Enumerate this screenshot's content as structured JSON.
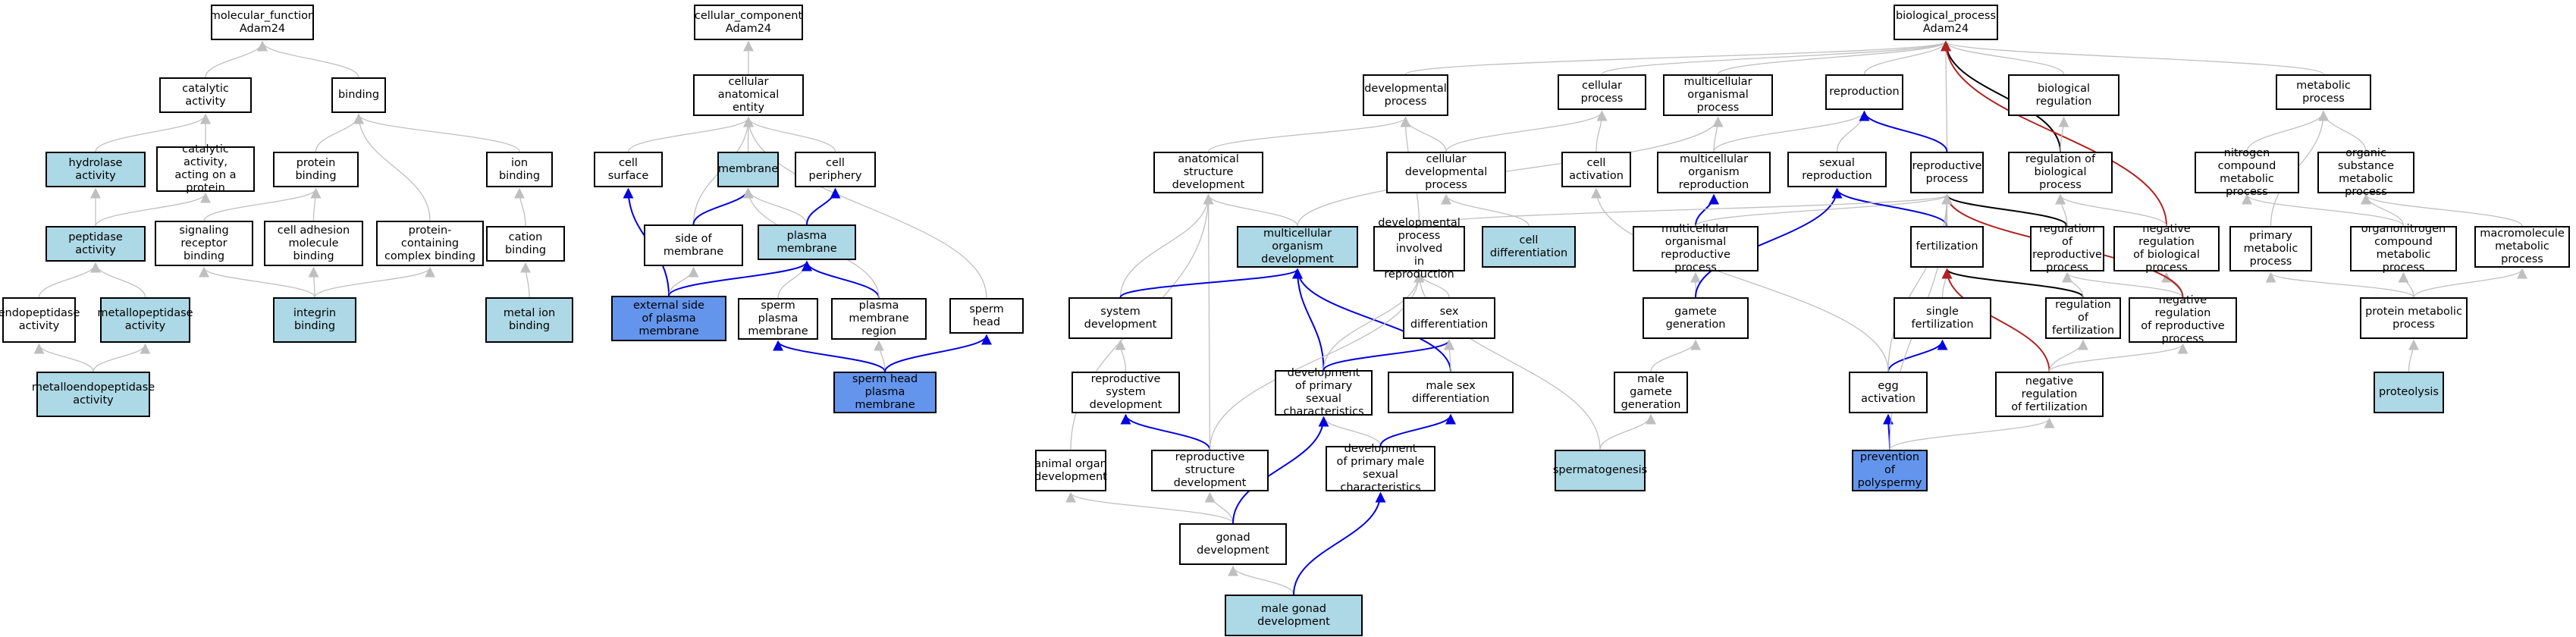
{
  "colors": {
    "edge_gray": "#bfbfbf",
    "edge_blue": "#0000e0",
    "edge_black": "#000000",
    "edge_red": "#b22222",
    "fill_light": "#add8e6",
    "fill_blue": "#6495ed",
    "fill_white": "#ffffff",
    "border": "#000000"
  },
  "nodes": [
    {
      "id": "mf",
      "label": "molecular_function\nAdam24",
      "style": "white"
    },
    {
      "id": "cat",
      "label": "catalytic activity",
      "style": "white"
    },
    {
      "id": "bind",
      "label": "binding",
      "style": "white"
    },
    {
      "id": "hyd",
      "label": "hydrolase activity",
      "style": "light"
    },
    {
      "id": "catprot",
      "label": "catalytic activity,\nacting on a\nprotein",
      "style": "white"
    },
    {
      "id": "protbind",
      "label": "protein binding",
      "style": "white"
    },
    {
      "id": "ionbind",
      "label": "ion binding",
      "style": "white"
    },
    {
      "id": "pept",
      "label": "peptidase activity",
      "style": "light"
    },
    {
      "id": "sigrec",
      "label": "signaling receptor\nbinding",
      "style": "white"
    },
    {
      "id": "celladh",
      "label": "cell adhesion\nmolecule binding",
      "style": "white"
    },
    {
      "id": "protcomp",
      "label": "protein-containing\ncomplex binding",
      "style": "white"
    },
    {
      "id": "cation",
      "label": "cation binding",
      "style": "white"
    },
    {
      "id": "endo",
      "label": "endopeptidase\nactivity",
      "style": "white"
    },
    {
      "id": "metpep",
      "label": "metallopeptidase\nactivity",
      "style": "light"
    },
    {
      "id": "integ",
      "label": "integrin binding",
      "style": "light"
    },
    {
      "id": "metion",
      "label": "metal ion binding",
      "style": "light"
    },
    {
      "id": "metendo",
      "label": "metalloendopeptidase\nactivity",
      "style": "light"
    },
    {
      "id": "cc",
      "label": "cellular_component\nAdam24",
      "style": "white"
    },
    {
      "id": "cae",
      "label": "cellular anatomical\nentity",
      "style": "white"
    },
    {
      "id": "cellsurf",
      "label": "cell surface",
      "style": "white"
    },
    {
      "id": "memb",
      "label": "membrane",
      "style": "light"
    },
    {
      "id": "cellper",
      "label": "cell periphery",
      "style": "white"
    },
    {
      "id": "sidemem",
      "label": "side of membrane",
      "style": "white"
    },
    {
      "id": "plasmem",
      "label": "plasma membrane",
      "style": "light"
    },
    {
      "id": "extside",
      "label": "external side\nof plasma membrane",
      "style": "blue"
    },
    {
      "id": "spermpm",
      "label": "sperm plasma\nmembrane",
      "style": "white"
    },
    {
      "id": "pmregion",
      "label": "plasma membrane\nregion",
      "style": "white"
    },
    {
      "id": "spermhead",
      "label": "sperm head",
      "style": "white"
    },
    {
      "id": "shpm",
      "label": "sperm head plasma\nmembrane",
      "style": "blue"
    },
    {
      "id": "bp",
      "label": "biological_process\nAdam24",
      "style": "white"
    },
    {
      "id": "devproc",
      "label": "developmental\nprocess",
      "style": "white"
    },
    {
      "id": "cellproc",
      "label": "cellular process",
      "style": "white"
    },
    {
      "id": "multiorg",
      "label": "multicellular\norganismal process",
      "style": "white"
    },
    {
      "id": "repro",
      "label": "reproduction",
      "style": "white"
    },
    {
      "id": "bioreg",
      "label": "biological regulation",
      "style": "white"
    },
    {
      "id": "metproc",
      "label": "metabolic process",
      "style": "white"
    },
    {
      "id": "anatdev",
      "label": "anatomical structure\ndevelopment",
      "style": "white"
    },
    {
      "id": "celldevproc",
      "label": "cellular developmental\nprocess",
      "style": "white"
    },
    {
      "id": "cellact",
      "label": "cell activation",
      "style": "white"
    },
    {
      "id": "multirep",
      "label": "multicellular\norganism reproduction",
      "style": "white"
    },
    {
      "id": "sexrep",
      "label": "sexual reproduction",
      "style": "white"
    },
    {
      "id": "repproc",
      "label": "reproductive\nprocess",
      "style": "white"
    },
    {
      "id": "regbio",
      "label": "regulation of\nbiological process",
      "style": "white"
    },
    {
      "id": "nitro",
      "label": "nitrogen compound\nmetabolic process",
      "style": "white"
    },
    {
      "id": "orgsub",
      "label": "organic substance\nmetabolic process",
      "style": "white"
    },
    {
      "id": "multidev",
      "label": "multicellular\norganism development",
      "style": "light"
    },
    {
      "id": "devrepro",
      "label": "developmental\nprocess involved\nin reproduction",
      "style": "white"
    },
    {
      "id": "celldiff",
      "label": "cell differentiation",
      "style": "light"
    },
    {
      "id": "morgrep",
      "label": "multicellular\norganismal reproductive\nprocess",
      "style": "white"
    },
    {
      "id": "fert",
      "label": "fertilization",
      "style": "white"
    },
    {
      "id": "regrep",
      "label": "regulation of\nreproductive\nprocess",
      "style": "white"
    },
    {
      "id": "negregbio",
      "label": "negative regulation\nof biological\nprocess",
      "style": "white"
    },
    {
      "id": "primmet",
      "label": "primary metabolic\nprocess",
      "style": "white"
    },
    {
      "id": "organo",
      "label": "organonitrogen\ncompound metabolic\nprocess",
      "style": "white"
    },
    {
      "id": "macro",
      "label": "macromolecule\nmetabolic process",
      "style": "white"
    },
    {
      "id": "sysdev",
      "label": "system development",
      "style": "white"
    },
    {
      "id": "sexdiff",
      "label": "sex differentiation",
      "style": "white"
    },
    {
      "id": "gamgen",
      "label": "gamete generation",
      "style": "white"
    },
    {
      "id": "singfert",
      "label": "single fertilization",
      "style": "white"
    },
    {
      "id": "regfert",
      "label": "regulation of\nfertilization",
      "style": "white"
    },
    {
      "id": "negregrep",
      "label": "negative regulation\nof reproductive\nprocess",
      "style": "white"
    },
    {
      "id": "protmet",
      "label": "protein metabolic\nprocess",
      "style": "white"
    },
    {
      "id": "repsys",
      "label": "reproductive\nsystem development",
      "style": "white"
    },
    {
      "id": "devprim",
      "label": "development\nof primary sexual\ncharacteristics",
      "style": "white"
    },
    {
      "id": "malesex",
      "label": "male sex differentiation",
      "style": "white"
    },
    {
      "id": "malegam",
      "label": "male gamete\ngeneration",
      "style": "white"
    },
    {
      "id": "eggact",
      "label": "egg activation",
      "style": "white"
    },
    {
      "id": "negregfert",
      "label": "negative regulation\nof fertilization",
      "style": "white"
    },
    {
      "id": "proteo",
      "label": "proteolysis",
      "style": "light"
    },
    {
      "id": "animorg",
      "label": "animal organ\ndevelopment",
      "style": "white"
    },
    {
      "id": "repstruct",
      "label": "reproductive\nstructure development",
      "style": "white"
    },
    {
      "id": "devmale",
      "label": "development\nof primary male\nsexual characteristics",
      "style": "white"
    },
    {
      "id": "spermato",
      "label": "spermatogenesis",
      "style": "light"
    },
    {
      "id": "prevpoly",
      "label": "prevention of\npolyspermy",
      "style": "blue"
    },
    {
      "id": "gonad",
      "label": "gonad development",
      "style": "white"
    },
    {
      "id": "malegonad",
      "label": "male gonad development",
      "style": "light"
    }
  ],
  "edges": [
    {
      "from": "cat",
      "to": "mf",
      "kind": "gray"
    },
    {
      "from": "bind",
      "to": "mf",
      "kind": "gray"
    },
    {
      "from": "hyd",
      "to": "cat",
      "kind": "gray"
    },
    {
      "from": "catprot",
      "to": "cat",
      "kind": "gray"
    },
    {
      "from": "protbind",
      "to": "bind",
      "kind": "gray"
    },
    {
      "from": "ionbind",
      "to": "bind",
      "kind": "gray"
    },
    {
      "from": "protcomp",
      "to": "bind",
      "kind": "gray"
    },
    {
      "from": "pept",
      "to": "hyd",
      "kind": "gray"
    },
    {
      "from": "pept",
      "to": "catprot",
      "kind": "gray"
    },
    {
      "from": "sigrec",
      "to": "protbind",
      "kind": "gray"
    },
    {
      "from": "celladh",
      "to": "protbind",
      "kind": "gray"
    },
    {
      "from": "cation",
      "to": "ionbind",
      "kind": "gray"
    },
    {
      "from": "endo",
      "to": "pept",
      "kind": "gray"
    },
    {
      "from": "metpep",
      "to": "pept",
      "kind": "gray"
    },
    {
      "from": "integ",
      "to": "sigrec",
      "kind": "gray"
    },
    {
      "from": "integ",
      "to": "celladh",
      "kind": "gray"
    },
    {
      "from": "integ",
      "to": "protcomp",
      "kind": "gray"
    },
    {
      "from": "metion",
      "to": "cation",
      "kind": "gray"
    },
    {
      "from": "metendo",
      "to": "endo",
      "kind": "gray"
    },
    {
      "from": "metendo",
      "to": "metpep",
      "kind": "gray"
    },
    {
      "from": "cae",
      "to": "cc",
      "kind": "gray"
    },
    {
      "from": "cellsurf",
      "to": "cae",
      "kind": "gray"
    },
    {
      "from": "memb",
      "to": "cae",
      "kind": "gray"
    },
    {
      "from": "cellper",
      "to": "cae",
      "kind": "gray"
    },
    {
      "from": "sidemem",
      "to": "cae",
      "kind": "gray"
    },
    {
      "from": "spermhead",
      "to": "cae",
      "kind": "gray"
    },
    {
      "from": "sidemem",
      "to": "memb",
      "kind": "blue"
    },
    {
      "from": "plasmem",
      "to": "memb",
      "kind": "gray"
    },
    {
      "from": "plasmem",
      "to": "cellper",
      "kind": "blue"
    },
    {
      "from": "extside",
      "to": "cellsurf",
      "kind": "blue"
    },
    {
      "from": "extside",
      "to": "sidemem",
      "kind": "gray"
    },
    {
      "from": "extside",
      "to": "plasmem",
      "kind": "blue"
    },
    {
      "from": "spermpm",
      "to": "plasmem",
      "kind": "gray"
    },
    {
      "from": "pmregion",
      "to": "plasmem",
      "kind": "blue"
    },
    {
      "from": "pmregion",
      "to": "memb",
      "kind": "gray"
    },
    {
      "from": "shpm",
      "to": "spermpm",
      "kind": "blue"
    },
    {
      "from": "shpm",
      "to": "pmregion",
      "kind": "gray"
    },
    {
      "from": "shpm",
      "to": "spermhead",
      "kind": "blue"
    },
    {
      "from": "devproc",
      "to": "bp",
      "kind": "gray"
    },
    {
      "from": "cellproc",
      "to": "bp",
      "kind": "gray"
    },
    {
      "from": "multiorg",
      "to": "bp",
      "kind": "gray"
    },
    {
      "from": "repro",
      "to": "bp",
      "kind": "gray"
    },
    {
      "from": "bioreg",
      "to": "bp",
      "kind": "gray"
    },
    {
      "from": "metproc",
      "to": "bp",
      "kind": "gray"
    },
    {
      "from": "repproc",
      "to": "bp",
      "kind": "gray"
    },
    {
      "from": "regbio",
      "to": "bp",
      "kind": "black"
    },
    {
      "from": "negregbio",
      "to": "bp",
      "kind": "red"
    },
    {
      "from": "anatdev",
      "to": "devproc",
      "kind": "gray"
    },
    {
      "from": "celldevproc",
      "to": "devproc",
      "kind": "gray"
    },
    {
      "from": "devrepro",
      "to": "devproc",
      "kind": "gray"
    },
    {
      "from": "celldevproc",
      "to": "cellproc",
      "kind": "gray"
    },
    {
      "from": "cellact",
      "to": "cellproc",
      "kind": "gray"
    },
    {
      "from": "multirep",
      "to": "multiorg",
      "kind": "gray"
    },
    {
      "from": "multidev",
      "to": "multiorg",
      "kind": "gray"
    },
    {
      "from": "multirep",
      "to": "repro",
      "kind": "gray"
    },
    {
      "from": "sexrep",
      "to": "repro",
      "kind": "gray"
    },
    {
      "from": "repproc",
      "to": "repro",
      "kind": "blue"
    },
    {
      "from": "regbio",
      "to": "bioreg",
      "kind": "gray"
    },
    {
      "from": "primmet",
      "to": "metproc",
      "kind": "gray"
    },
    {
      "from": "nitro",
      "to": "metproc",
      "kind": "gray"
    },
    {
      "from": "orgsub",
      "to": "metproc",
      "kind": "gray"
    },
    {
      "from": "multidev",
      "to": "anatdev",
      "kind": "gray"
    },
    {
      "from": "sysdev",
      "to": "anatdev",
      "kind": "gray"
    },
    {
      "from": "repstruct",
      "to": "anatdev",
      "kind": "gray"
    },
    {
      "from": "animorg",
      "to": "anatdev",
      "kind": "gray"
    },
    {
      "from": "celldiff",
      "to": "celldevproc",
      "kind": "gray"
    },
    {
      "from": "morgrep",
      "to": "multirep",
      "kind": "blue"
    },
    {
      "from": "morgrep",
      "to": "repproc",
      "kind": "gray"
    },
    {
      "from": "gamgen",
      "to": "morgrep",
      "kind": "gray"
    },
    {
      "from": "gamgen",
      "to": "sexrep",
      "kind": "blue"
    },
    {
      "from": "fert",
      "to": "sexrep",
      "kind": "blue"
    },
    {
      "from": "fert",
      "to": "repproc",
      "kind": "gray"
    },
    {
      "from": "devrepro",
      "to": "repproc",
      "kind": "gray"
    },
    {
      "from": "regrep",
      "to": "repproc",
      "kind": "black"
    },
    {
      "from": "regrep",
      "to": "regbio",
      "kind": "gray"
    },
    {
      "from": "negregbio",
      "to": "regbio",
      "kind": "gray"
    },
    {
      "from": "negregrep",
      "to": "regrep",
      "kind": "gray"
    },
    {
      "from": "negregrep",
      "to": "negregbio",
      "kind": "gray"
    },
    {
      "from": "negregrep",
      "to": "repproc",
      "kind": "red"
    },
    {
      "from": "organo",
      "to": "nitro",
      "kind": "gray"
    },
    {
      "from": "organo",
      "to": "orgsub",
      "kind": "gray"
    },
    {
      "from": "macro",
      "to": "orgsub",
      "kind": "gray"
    },
    {
      "from": "protmet",
      "to": "primmet",
      "kind": "gray"
    },
    {
      "from": "protmet",
      "to": "organo",
      "kind": "gray"
    },
    {
      "from": "protmet",
      "to": "macro",
      "kind": "gray"
    },
    {
      "from": "proteo",
      "to": "protmet",
      "kind": "gray"
    },
    {
      "from": "sysdev",
      "to": "multidev",
      "kind": "blue"
    },
    {
      "from": "devprim",
      "to": "multidev",
      "kind": "blue"
    },
    {
      "from": "malesex",
      "to": "multidev",
      "kind": "blue"
    },
    {
      "from": "devprim",
      "to": "devrepro",
      "kind": "gray"
    },
    {
      "from": "devprim",
      "to": "sexdiff",
      "kind": "blue"
    },
    {
      "from": "malesex",
      "to": "sexdiff",
      "kind": "gray"
    },
    {
      "from": "sexdiff",
      "to": "devrepro",
      "kind": "gray"
    },
    {
      "from": "singfert",
      "to": "fert",
      "kind": "gray"
    },
    {
      "from": "regfert",
      "to": "fert",
      "kind": "black"
    },
    {
      "from": "negregfert",
      "to": "fert",
      "kind": "red"
    },
    {
      "from": "regfert",
      "to": "regrep",
      "kind": "gray"
    },
    {
      "from": "negregfert",
      "to": "regfert",
      "kind": "gray"
    },
    {
      "from": "negregfert",
      "to": "negregrep",
      "kind": "gray"
    },
    {
      "from": "repsys",
      "to": "sysdev",
      "kind": "gray"
    },
    {
      "from": "repstruct",
      "to": "repsys",
      "kind": "blue"
    },
    {
      "from": "repstruct",
      "to": "devrepro",
      "kind": "gray"
    },
    {
      "from": "devmale",
      "to": "devprim",
      "kind": "gray"
    },
    {
      "from": "devmale",
      "to": "malesex",
      "kind": "blue"
    },
    {
      "from": "malegam",
      "to": "gamgen",
      "kind": "gray"
    },
    {
      "from": "spermato",
      "to": "malegam",
      "kind": "gray"
    },
    {
      "from": "spermato",
      "to": "devrepro",
      "kind": "gray"
    },
    {
      "from": "eggact",
      "to": "singfert",
      "kind": "blue"
    },
    {
      "from": "eggact",
      "to": "cellact",
      "kind": "gray"
    },
    {
      "from": "eggact",
      "to": "repproc",
      "kind": "gray"
    },
    {
      "from": "prevpoly",
      "to": "eggact",
      "kind": "blue"
    },
    {
      "from": "prevpoly",
      "to": "negregfert",
      "kind": "gray"
    },
    {
      "from": "prevpoly",
      "to": "repproc",
      "kind": "gray"
    },
    {
      "from": "gonad",
      "to": "repstruct",
      "kind": "gray"
    },
    {
      "from": "gonad",
      "to": "animorg",
      "kind": "gray"
    },
    {
      "from": "gonad",
      "to": "devprim",
      "kind": "blue"
    },
    {
      "from": "malegonad",
      "to": "gonad",
      "kind": "gray"
    },
    {
      "from": "malegonad",
      "to": "devmale",
      "kind": "blue"
    }
  ]
}
